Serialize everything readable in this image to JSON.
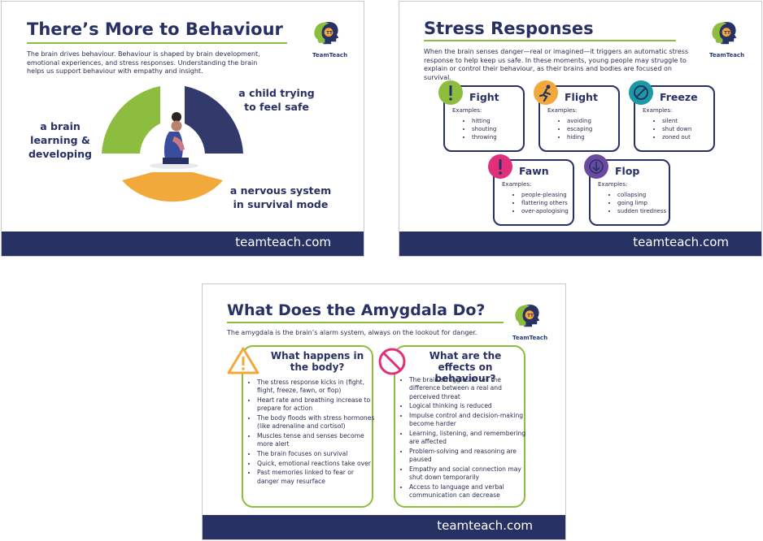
{
  "card1": {
    "title": "There’s More to Behaviour",
    "intro": "The brain drives behaviour. Behaviour is shaped by brain development, emotional experiences, and stress responses. Understanding the brain helps us support behaviour with empathy and insight.",
    "segments": {
      "left": "a brain learning & developing",
      "right": "a child trying to feel safe",
      "bottom": "a nervous system in survival mode"
    },
    "logo_text": "TeamTeach",
    "footer": "teamteach.com",
    "colors": {
      "green": "#8cbd3f",
      "navy": "#323a6b",
      "orange": "#f2a93b"
    }
  },
  "card2": {
    "title": "Stress Responses",
    "intro": "When the brain senses danger—real or imagined—it triggers an automatic stress response to help keep us safe. In these moments, young people may struggle to explain or control their behaviour, as their brains and bodies are focused on survival.",
    "examples_label": "Examples:",
    "responses": [
      {
        "name": "Fight",
        "icon": "exclamation-icon",
        "color": "#8cbd3f",
        "examples": [
          "hitting",
          "shouting",
          "throwing"
        ]
      },
      {
        "name": "Flight",
        "icon": "running-icon",
        "color": "#f2a93b",
        "examples": [
          "avoiding",
          "escaping",
          "hiding"
        ]
      },
      {
        "name": "Freeze",
        "icon": "no-entry-icon",
        "color": "#1b9aa6",
        "examples": [
          "silent",
          "shut down",
          "zoned out"
        ]
      },
      {
        "name": "Fawn",
        "icon": "exclamation-icon",
        "color": "#e0307a",
        "examples": [
          "people-pleasing",
          "flattering others",
          "over-apologising"
        ]
      },
      {
        "name": "Flop",
        "icon": "down-arrow-icon",
        "color": "#6a4aa0",
        "examples": [
          "collapsing",
          "going limp",
          "sudden tiredness"
        ]
      }
    ],
    "logo_text": "TeamTeach",
    "footer": "teamteach.com"
  },
  "card3": {
    "title": "What Does the Amygdala Do?",
    "intro": "The amygdala is the brain’s alarm system, always on the lookout for danger.",
    "left": {
      "title": "What happens in the body?",
      "icon": "warning-icon",
      "items": [
        "The stress response kicks in (fight, flight, freeze, fawn, or flop)",
        "Heart rate and breathing increase to prepare for action",
        "The body floods with stress hormones (like adrenaline and cortisol)",
        "Muscles tense and senses become more alert",
        "The brain focuses on survival",
        "Quick, emotional reactions take over",
        "Past memories linked to fear or danger may resurface"
      ]
    },
    "right": {
      "title": "What are the effects on behaviour?",
      "icon": "prohibited-icon",
      "items": [
        "The brain struggles to tell the difference between a real and perceived threat",
        "Logical thinking is reduced",
        "Impulse control and decision-making become harder",
        "Learning, listening, and remembering are affected",
        "Problem-solving and reasoning are paused",
        "Empathy and social connection may shut down temporarily",
        "Access to language and verbal communication can decrease"
      ]
    },
    "logo_text": "TeamTeach",
    "footer": "teamteach.com"
  }
}
